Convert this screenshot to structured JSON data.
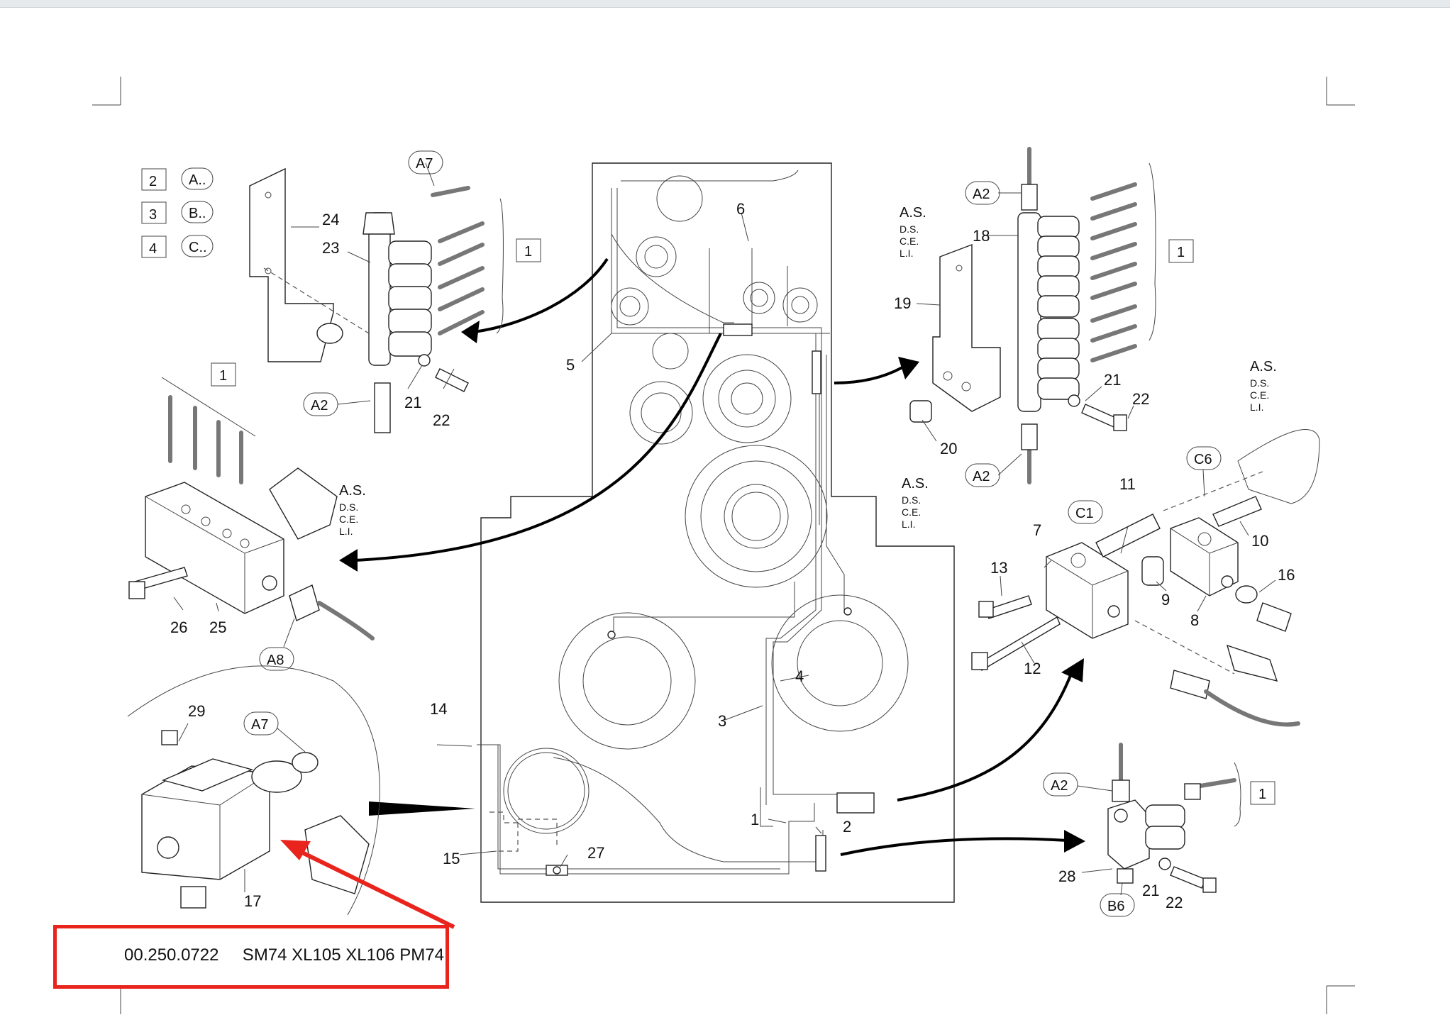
{
  "colors": {
    "highlight": "#e8241d",
    "line": "#222222",
    "pipe": "#777777"
  },
  "callouts": {
    "n1": "1",
    "n2": "2",
    "n3": "3",
    "n4": "4",
    "n5": "5",
    "n6": "6",
    "n7": "7",
    "n8": "8",
    "n9": "9",
    "n10": "10",
    "n11": "11",
    "n12": "12",
    "n13": "13",
    "n14": "14",
    "n15": "15",
    "n16": "16",
    "n17": "17",
    "n18": "18",
    "n19": "19",
    "n20": "20",
    "n21": "21",
    "n22": "22",
    "n23": "23",
    "n24": "24",
    "n25": "25",
    "n26": "26",
    "n27": "27",
    "n28": "28",
    "n29": "29"
  },
  "refs": {
    "a2": "A2",
    "a7": "A7",
    "a8": "A8",
    "b6": "B6",
    "c1": "C1",
    "c6": "C6",
    "a_dot": "A..",
    "b_dot": "B..",
    "c_dot": "C.."
  },
  "side_label": {
    "as": "A.S.",
    "ds": "D.S.",
    "ce": "C.E.",
    "li": "L.I."
  },
  "part_note": {
    "text": "00.250.0722     SM74 XL105 XL106 PM74"
  }
}
